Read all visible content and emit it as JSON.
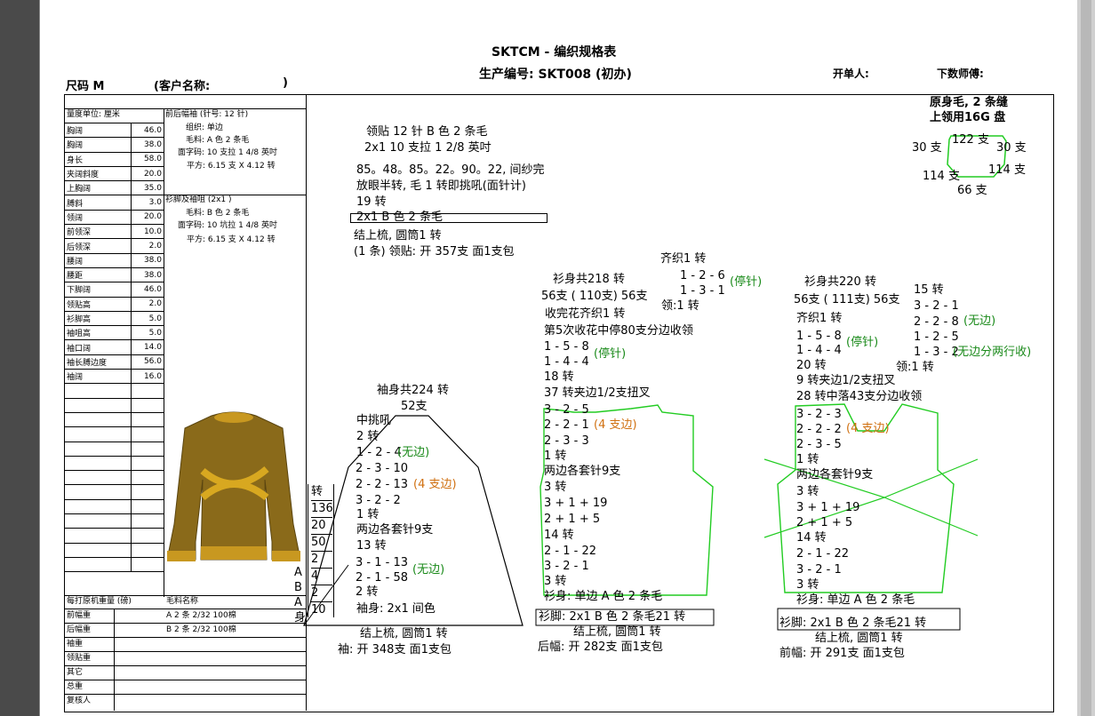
{
  "header": {
    "title": "SKTCM - 编织规格表",
    "production": "生产编号: SKT008 (初办)",
    "size": "尺码 M",
    "customer": "(客户名称:",
    "customer_close": ")",
    "issuer": "开单人:",
    "master": "下数师傅:"
  },
  "measurements": {
    "unit": "量度单位: 厘米",
    "rows": [
      {
        "name": "胸阔",
        "value": "46.0"
      },
      {
        "name": "胸阔",
        "value": "38.0"
      },
      {
        "name": "身长",
        "value": "58.0"
      },
      {
        "name": "夹阔斜度",
        "value": "20.0"
      },
      {
        "name": "上胸阔",
        "value": "35.0"
      },
      {
        "name": "膊斜",
        "value": "3.0"
      },
      {
        "name": "领阔",
        "value": "20.0"
      },
      {
        "name": "前领深",
        "value": "10.0"
      },
      {
        "name": "后领深",
        "value": "2.0"
      },
      {
        "name": "腰阔",
        "value": "38.0"
      },
      {
        "name": "腰距",
        "value": "38.0"
      },
      {
        "name": "下脚阔",
        "value": "46.0"
      },
      {
        "name": "领贴高",
        "value": "2.0"
      },
      {
        "name": "衫脚高",
        "value": "5.0"
      },
      {
        "name": "袖咀高",
        "value": "5.0"
      },
      {
        "name": "袖口阔",
        "value": "14.0"
      },
      {
        "name": "袖长膊边度",
        "value": "56.0"
      },
      {
        "name": "袖阔",
        "value": "16.0"
      }
    ]
  },
  "spec_front": {
    "title": "前后幅袖 (针号: 12 针)",
    "org": "组织: 单边",
    "yarn": "毛料: A 色 2 条毛",
    "density": "面字码: 10 支拉 1 4/8 英吋",
    "square": "平方: 6.15 支 X 4.12 转"
  },
  "spec_hem": {
    "title": "衫脚及袖咀 (2x1 )",
    "yarn": "毛料: B 色 2 条毛",
    "density": "面字码: 10 坑拉 1 4/8 英吋",
    "square": "平方: 6.15 支 X 4.12 转"
  },
  "weights": {
    "title": "每打原机重量 (磅)",
    "yarn_title": "毛料名称",
    "rows": [
      "前幅重",
      "后幅重",
      "袖重",
      "领贴重",
      "其它",
      "总重",
      "复核人"
    ],
    "yarns": [
      "A  2 条 2/32  100棉",
      "B  2 条 2/32  100棉"
    ]
  },
  "yarn_note": {
    "line1": "原身毛, 2 条缝",
    "line2": "上领用16G 盘"
  },
  "collar_shape": {
    "top": "122 支",
    "left": "30 支",
    "right": "30 支",
    "bl": "114 支",
    "br": "114 支",
    "bottom": "66 支"
  },
  "collar": {
    "l1": "领贴  12 针 B 色 2 条毛",
    "l2": "2x1   10 支拉 1 2/8 英吋",
    "l3": "85。48。85。22。90。22, 间纱完",
    "l4": "放眼半转, 毛 1 转即挑吼(面针计)",
    "l5": "19 转",
    "l6": "2x1  B 色 2 条毛",
    "l7": "结上梳, 圆筒1 转",
    "l8": "(1 条) 领贴: 开 357支 面1支包"
  },
  "sleeve": {
    "title": "袖身共224 转",
    "top": "52支",
    "l1": "中挑吼",
    "l2": "2 转",
    "l3": "1 - 2 - 4",
    "l3b": "(无边)",
    "l4": "2 - 3 - 10",
    "l5": "2 - 2 - 13",
    "l5b": "(4 支边)",
    "l6": "3 - 2 - 2",
    "l7": "1 转",
    "l8": "两边各套针9支",
    "l9": "13 转",
    "l10": "3 - 1 - 13",
    "l10b": "(无边)",
    "l11": "2 - 1 - 58",
    "l12": "2 转",
    "l13": "袖身: 2x1   间色",
    "l14": "结上梳, 圆筒1 转",
    "l15": "袖: 开 348支 面1支包"
  },
  "mini_table": {
    "head": "转",
    "rows": [
      "136",
      "20",
      "50",
      "2",
      "4",
      "2",
      "10"
    ],
    "letters": [
      "A",
      "B",
      "A",
      "身"
    ]
  },
  "back": {
    "a1": "齐织1 转",
    "a2": "1 - 2 - 6",
    "a3": "1 - 3 - 1",
    "a4": "(停针)",
    "a5": "领:1 转",
    "title": "衫身共218 转",
    "l1": "56支 ( 110支) 56支",
    "l2": "收完花齐织1 转",
    "l3": "第5次收花中停80支分边收领",
    "l4": "1 - 5 - 8",
    "l5": "1 - 4 - 4",
    "l5b": "(停针)",
    "l6": "18 转",
    "l7": "37 转夹边1/2支扭叉",
    "l8": "3 - 2 - 5",
    "l9": "2 - 2 - 1",
    "l9b": "(4 支边)",
    "l10": "2 - 3 - 3",
    "l11": "1 转",
    "l12": "两边各套针9支",
    "l13": "3 转",
    "l14": "3 + 1 + 19",
    "l15": "2 + 1 + 5",
    "l16": "14 转",
    "l17": "2 - 1 - 22",
    "l18": "3 - 2 - 1",
    "l19": "3 转",
    "l20": "衫身: 单边 A 色 2 条毛",
    "l21": "衫脚: 2x1     B 色 2 条毛21 转",
    "l22": "结上梳, 圆筒1 转",
    "l23": "后幅: 开 282支 面1支包"
  },
  "front": {
    "title": "衫身共220 转",
    "l1": "56支 ( 111支) 56支",
    "l2": "齐织1 转",
    "l3": "1 - 5 - 8",
    "l4": "1 - 4 - 4",
    "l4b": "(停针)",
    "l5": "20 转",
    "l6": "9 转夹边1/2支扭叉",
    "l7": "28 转中落43支分边收领",
    "l8": "3 - 2 - 3",
    "l9": "2 - 2 - 2",
    "l9b": "(4 支边)",
    "l10": "2 - 3 - 5",
    "l11": "1 转",
    "l12": "两边各套针9支",
    "l13": "3 转",
    "l14": "3 + 1 + 19",
    "l15": "2 + 1 + 5",
    "l16": "14 转",
    "l17": "2 - 1 - 22",
    "l18": "3 - 2 - 1",
    "l19": "3 转",
    "l20": "衫身: 单边 A 色 2 条毛",
    "l21": "衫脚: 2x1     B 色 2 条毛21 转",
    "l22": "结上梳, 圆筒1 转",
    "l23": "前幅: 开 291支 面1支包",
    "r1": "15 转",
    "r2": "3 - 2 - 1",
    "r3": "2 - 2 - 8",
    "r3b": "(无边)",
    "r4": "1 - 2 - 5",
    "r5": "1 - 3 - 2",
    "r5b": "(无边分两行收)",
    "r6": "领:1 转"
  }
}
